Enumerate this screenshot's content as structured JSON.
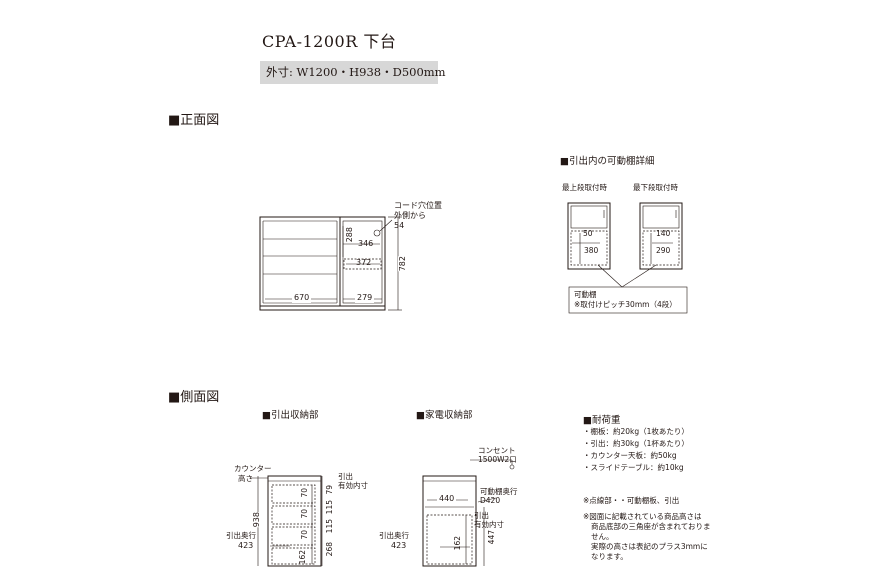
{
  "header": {
    "title": "CPA-1200R 下台",
    "outer_dims": "外寸: W1200・H938・D500mm"
  },
  "front": {
    "heading": "■正面図",
    "cord_note": [
      "コード穴位置",
      "外側から",
      "54"
    ],
    "dims": {
      "d288": "288",
      "d346": "346",
      "d372": "372",
      "d670": "670",
      "d279": "279",
      "d782": "782"
    }
  },
  "shelf_detail": {
    "heading": "■引出内の可動棚詳細",
    "top_label": "最上段取付時",
    "bottom_label": "最下段取付時",
    "dims": {
      "a50": "50",
      "a380": "380",
      "b140": "140",
      "b290": "290"
    },
    "callout": [
      "可動棚",
      "※取付けピッチ30mm（4段）"
    ]
  },
  "side": {
    "heading": "■側面図",
    "drawer_storage": {
      "heading": "■引出収納部",
      "counter_label": [
        "カウンター",
        "高さ"
      ],
      "drawer_eff_label": [
        "引出",
        "有効内寸"
      ],
      "depth_label": [
        "引出奥行",
        "423"
      ],
      "d938": "938",
      "inner_dims": [
        "70",
        "70",
        "70",
        "162"
      ],
      "outer_dims": [
        "79",
        "115",
        "115",
        "268"
      ]
    },
    "appliance_storage": {
      "heading": "■家電収納部",
      "outlet_label": [
        "コンセント",
        "1500W2口"
      ],
      "d440": "440",
      "shelf_depth_label": [
        "可動棚奥行",
        "D420"
      ],
      "drawer_eff_label": [
        "引出",
        "有効内寸"
      ],
      "depth_label": [
        "引出奥行",
        "423"
      ],
      "d162": "162",
      "d447": "447"
    }
  },
  "load": {
    "heading": "■耐荷重",
    "items": [
      "・棚板：約20kg（1枚あたり）",
      "・引出：約30kg（1杯あたり）",
      "・カウンター天板：約50kg",
      "・スライドテーブル：約10kg"
    ]
  },
  "notes": {
    "dotted": "※点線部・・可動棚板、引出",
    "drawing": [
      "※図面に記載されている商品高さは",
      "商品底部の三角座が含まれておりま",
      "せん。",
      "実際の高さは表記のプラス3mmに",
      "なります。"
    ]
  }
}
